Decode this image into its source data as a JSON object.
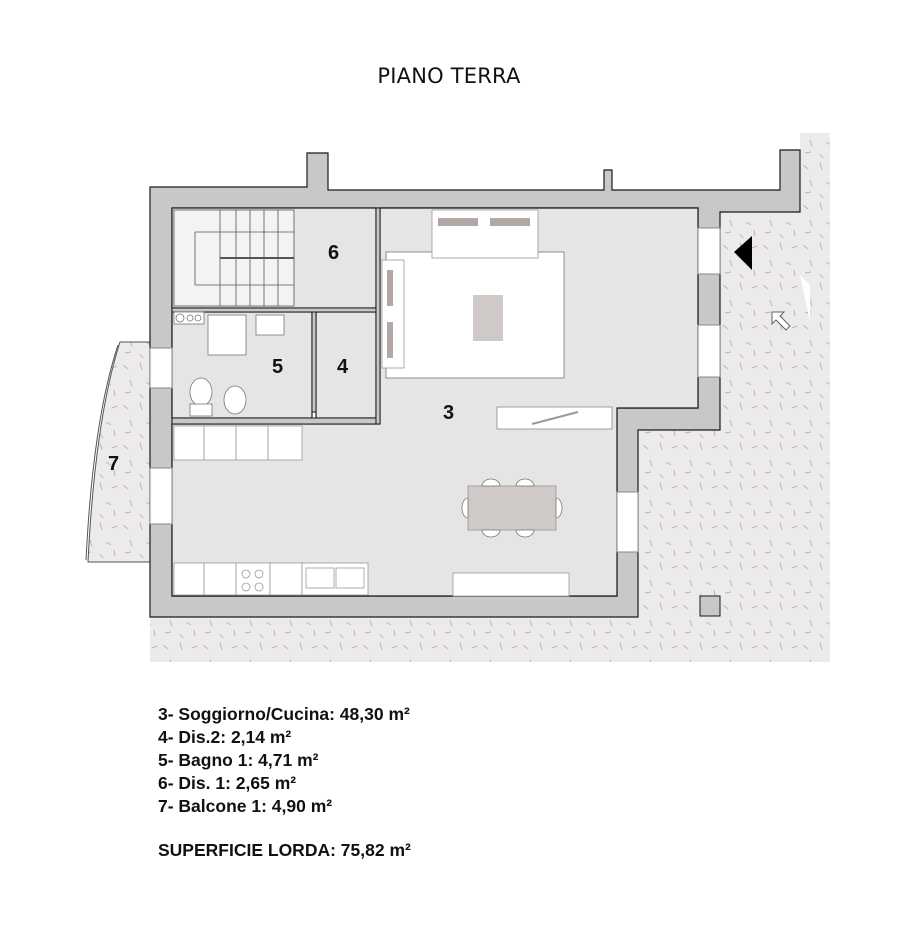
{
  "title": "PIANO TERRA",
  "rooms": [
    {
      "number": "3",
      "name": "Soggiorno/Cucina",
      "area": "48,30",
      "unit": "m²",
      "line": "3- Soggiorno/Cucina: 48,30 m²"
    },
    {
      "number": "4",
      "name": "Dis.2",
      "area": "2,14",
      "unit": "m²",
      "line": "4- Dis.2: 2,14 m²"
    },
    {
      "number": "5",
      "name": "Bagno 1",
      "area": "4,71",
      "unit": "m²",
      "line": "5- Bagno 1: 4,71 m²"
    },
    {
      "number": "6",
      "name": "Dis. 1",
      "area": "2,65",
      "unit": "m²",
      "line": "6- Dis. 1: 2,65 m²"
    },
    {
      "number": "7",
      "name": "Balcone 1",
      "area": "4,90",
      "unit": "m²",
      "line": "7- Balcone 1: 4,90 m²"
    }
  ],
  "total": {
    "label": "SUPERFICIE LORDA",
    "value": "75,82",
    "unit": "m²",
    "line": "SUPERFICIE LORDA: 75,82 m²"
  },
  "colors": {
    "wall": "#c8c8c8",
    "floor": "#e6e5e5",
    "terrace": "#ecebea",
    "outline": "#1a1a1a",
    "furniture": "#ffffff",
    "table": "#cfcac8"
  }
}
